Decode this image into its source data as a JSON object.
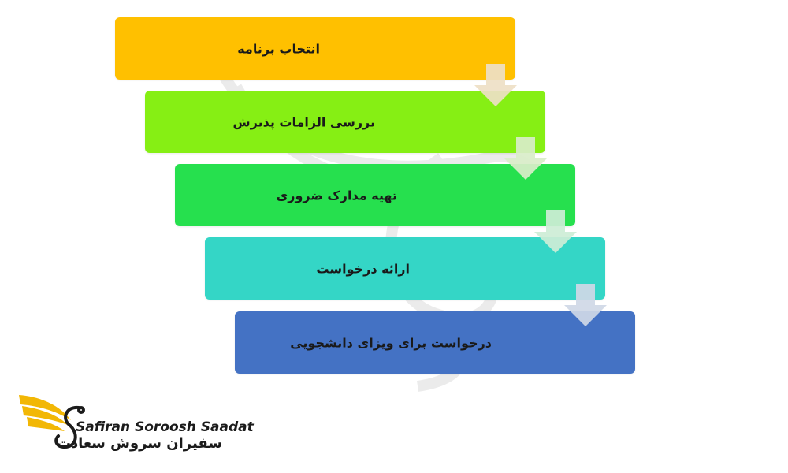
{
  "colors": {
    "step1": "#FFC000",
    "step2": "#86EF14",
    "step3": "#26E04E",
    "step4": "#34D6C6",
    "step5": "#4472C4",
    "arrow": "#E8DCC4",
    "logo_gold": "#F2B705",
    "logo_dark": "#1b1b1b"
  },
  "steps": [
    {
      "label": "انتخاب برنامه"
    },
    {
      "label": "بررسی الزامات پذیرش"
    },
    {
      "label": "تهیه مدارک ضروری"
    },
    {
      "label": "ارائه درخواست"
    },
    {
      "label": "درخواست برای ویزای دانشجویی"
    }
  ],
  "brand": {
    "name_en": "Safiran Soroosh Saadat",
    "name_fa": "سفیران سروش سعادت",
    "logo_icon": "golden-wing-swan-logo"
  }
}
